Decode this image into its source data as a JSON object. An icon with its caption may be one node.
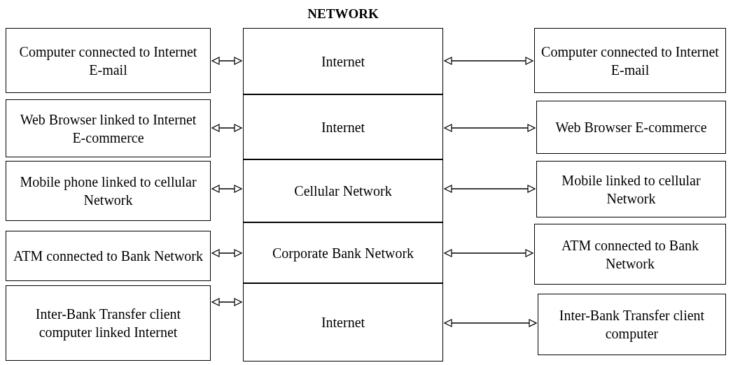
{
  "diagram": {
    "title": "NETWORK",
    "nodes": [
      {
        "text": [
          "Computer connected to Internet E-mail"
        ]
      },
      {
        "text": [
          "Internet"
        ]
      },
      {
        "text": [
          "Computer connected to Internet E-mail"
        ]
      },
      {
        "text": [
          "Web Browser linked to Internet E-commerce"
        ]
      },
      {
        "text": [
          "Internet"
        ]
      },
      {
        "text": [
          "Web Browser E-commerce"
        ]
      },
      {
        "text": [
          "Mobile phone linked to cellular Network"
        ]
      },
      {
        "text": [
          "Cellular Network"
        ]
      },
      {
        "text": [
          "Mobile linked to cellular Network"
        ]
      },
      {
        "text": [
          "ATM connected to Bank Network"
        ]
      },
      {
        "text": [
          "Corporate Bank Network"
        ]
      },
      {
        "text": [
          "ATM connected to Bank Network"
        ]
      },
      {
        "text": [
          "Inter-Bank Transfer client computer linked Internet"
        ]
      },
      {
        "text": [
          "Internet"
        ]
      },
      {
        "text": [
          "Inter-Bank Transfer client computer"
        ]
      }
    ],
    "edges": [
      {
        "from": 0,
        "to": 1,
        "arrow": "both"
      },
      {
        "from": 1,
        "to": 2,
        "arrow": "both"
      },
      {
        "from": 3,
        "to": 4,
        "arrow": "both"
      },
      {
        "from": 4,
        "to": 5,
        "arrow": "both"
      },
      {
        "from": 6,
        "to": 7,
        "arrow": "both"
      },
      {
        "from": 7,
        "to": 8,
        "arrow": "both"
      },
      {
        "from": 9,
        "to": 10,
        "arrow": "both"
      },
      {
        "from": 10,
        "to": 11,
        "arrow": "both"
      },
      {
        "from": 12,
        "to": 13,
        "arrow": "both"
      },
      {
        "from": 13,
        "to": 14,
        "arrow": "both"
      }
    ]
  }
}
